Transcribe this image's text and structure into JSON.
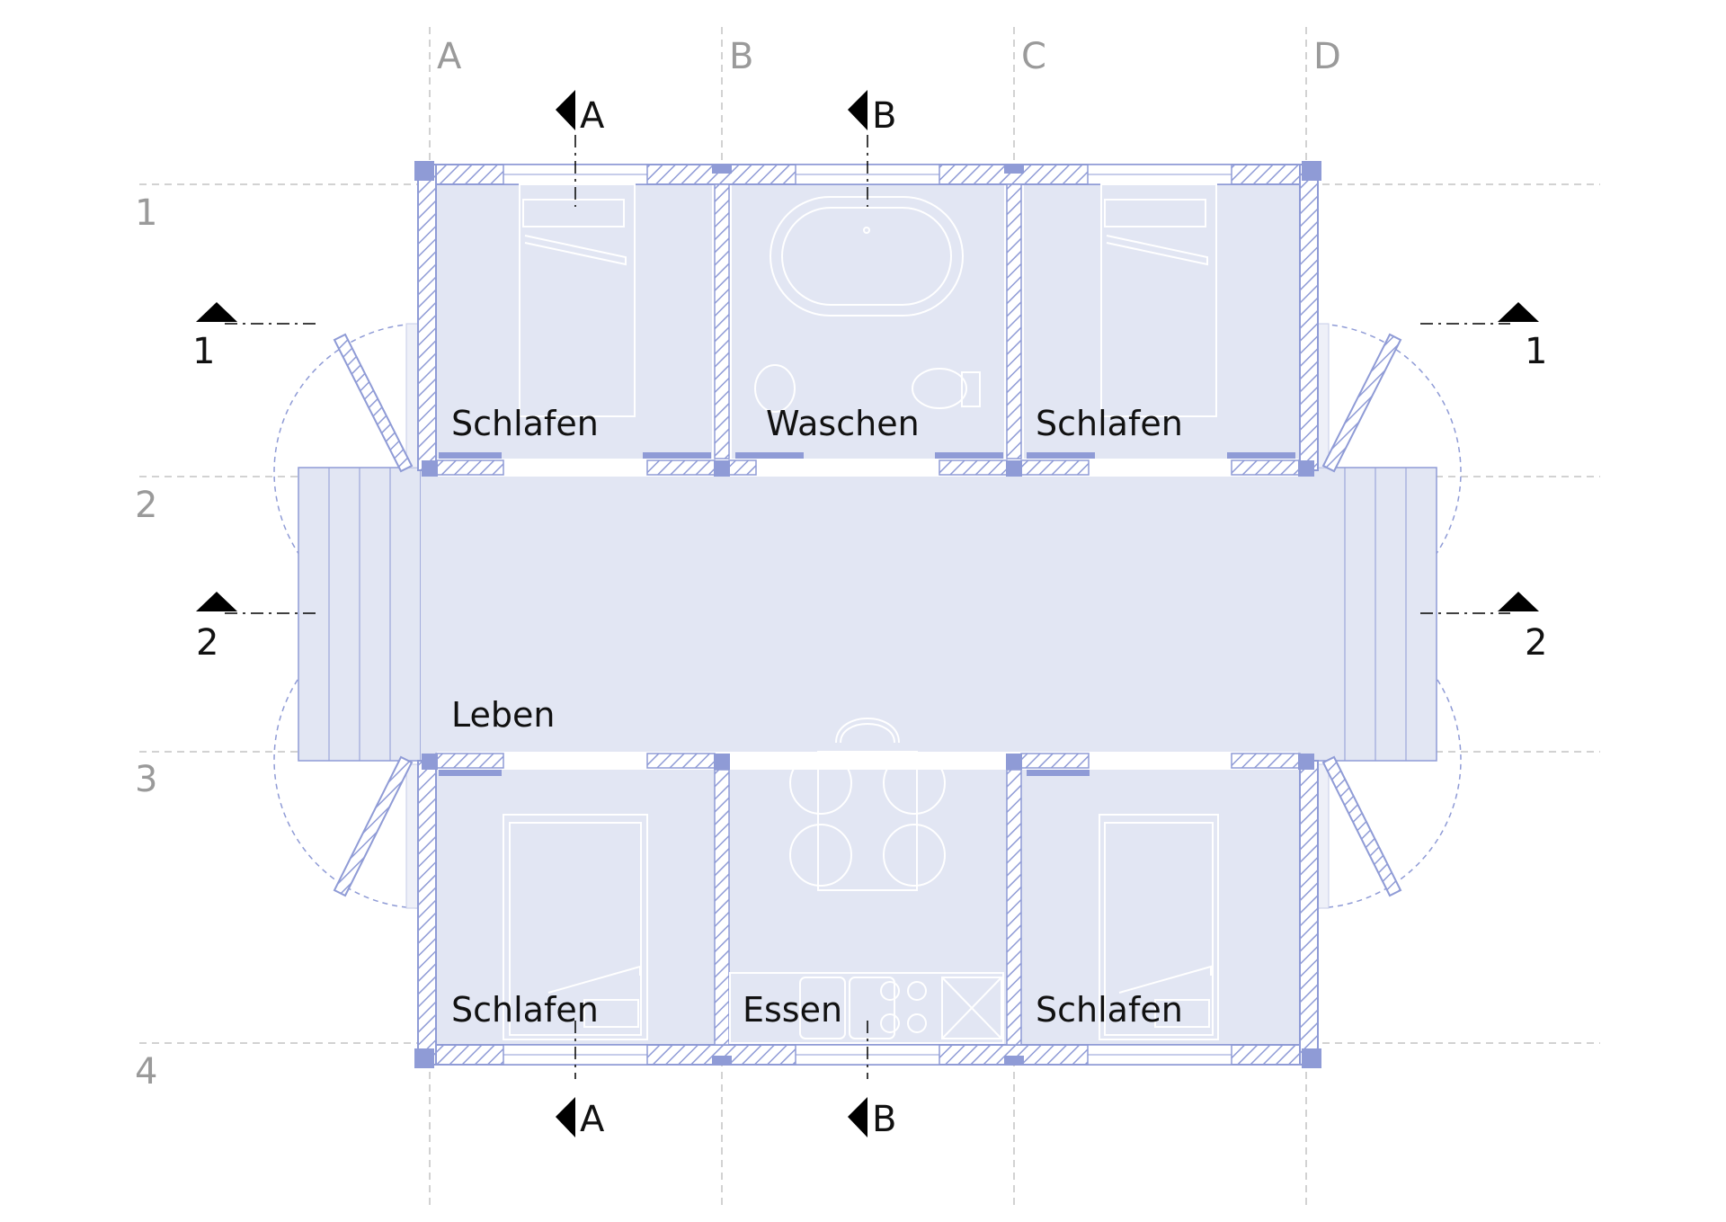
{
  "axes": {
    "columns": [
      "A",
      "B",
      "C",
      "D"
    ],
    "rows": [
      "1",
      "2",
      "3",
      "4"
    ]
  },
  "sections": {
    "a": "A",
    "b": "B",
    "one": "1",
    "two": "2"
  },
  "rooms": {
    "sleep_top_left": "Schlafen",
    "wash": "Waschen",
    "sleep_top_right": "Schlafen",
    "live": "Leben",
    "sleep_bottom_left": "Schlafen",
    "eat": "Essen",
    "sleep_bottom_right": "Schlafen"
  },
  "colors": {
    "wall": "#8f9bd6",
    "floor": "#e2e6f3",
    "grid": "#c4c4c4",
    "section_mark": "#000000"
  }
}
